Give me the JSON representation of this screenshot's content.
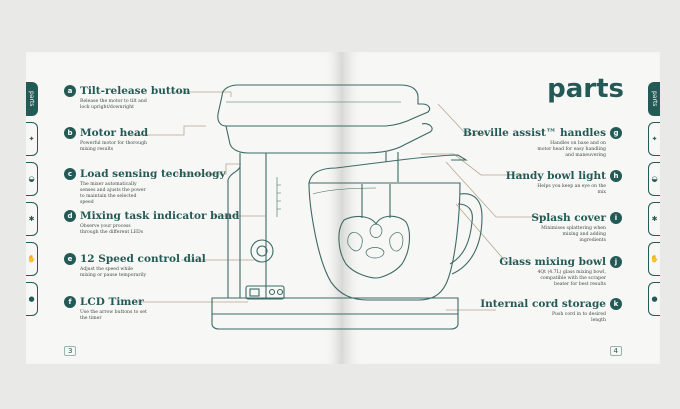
{
  "title": "parts",
  "tab_label": "parts",
  "page_numbers": {
    "left": "3",
    "right": "4"
  },
  "left_features": [
    {
      "badge": "a",
      "title": "Tilt-release button",
      "desc": "Release the motor to tilt and lock upright/downright"
    },
    {
      "badge": "b",
      "title": "Motor head",
      "desc": "Powerful motor for thorough mixing results"
    },
    {
      "badge": "c",
      "title": "Load sensing technology",
      "desc": "The mixer automatically senses and ajusts the power to maintain the selected speed"
    },
    {
      "badge": "d",
      "title": "Mixing task indicator band",
      "desc": "Observe your process through the different LEDs"
    },
    {
      "badge": "e",
      "title": "12 Speed control dial",
      "desc": "Adjust the speed while mixing or pause temporarily"
    },
    {
      "badge": "f",
      "title": "LCD Timer",
      "desc": "Use the arrow buttons to set the timer"
    }
  ],
  "right_features": [
    {
      "badge": "g",
      "title": "Breville assist™ handles",
      "desc": "Handles on base and on motor head for easy handling and maneuvering"
    },
    {
      "badge": "h",
      "title": "Handy bowl light",
      "desc": "Helps you keep an eye on the mix"
    },
    {
      "badge": "i",
      "title": "Splash cover",
      "desc": "Minimises splattering when mixing and adding ingredients"
    },
    {
      "badge": "j",
      "title": "Glass mixing bowl",
      "desc": "4Qt (4.7L) glass mixing bowl, compatible with the scraper beater for best results"
    },
    {
      "badge": "k",
      "title": "Internal cord storage",
      "desc": "Push cord in to desired length"
    }
  ],
  "colors": {
    "accent": "#245a55",
    "line": "#3d6a66",
    "leader": "#b9a68f",
    "paper": "#f7f7f5"
  },
  "tab_icons": [
    "whisk-icon",
    "bowl-icon",
    "gear-icon",
    "hand-icon",
    "bulb-icon"
  ]
}
